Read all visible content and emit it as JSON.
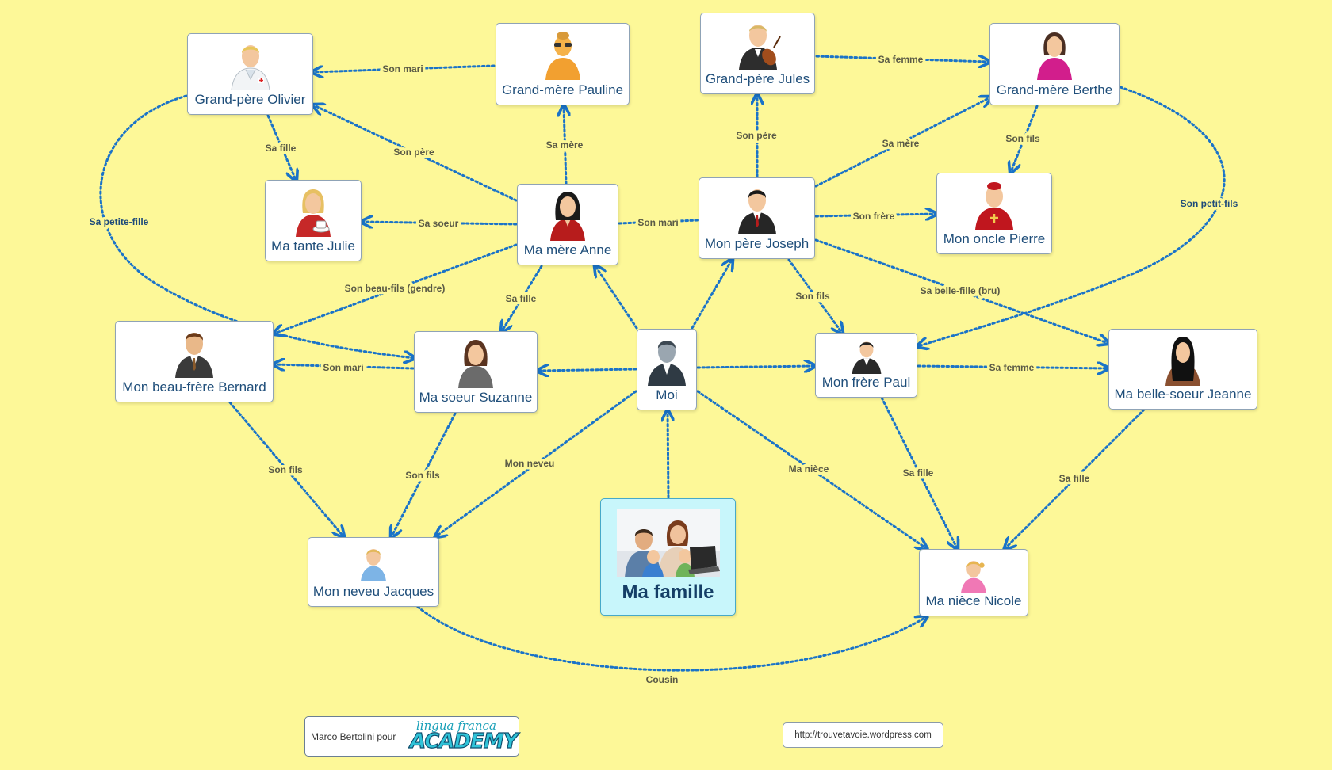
{
  "center": {
    "label": "Ma famille",
    "image": "family-at-computer-photo"
  },
  "people": {
    "olivier": {
      "label": "Grand-père Olivier",
      "icon": "grandfather-doctor-icon"
    },
    "pauline": {
      "label": "Grand-mère Pauline",
      "icon": "grandmother-icon"
    },
    "jules": {
      "label": "Grand-père Jules",
      "icon": "grandfather-violinist-icon"
    },
    "berthe": {
      "label": "Grand-mère Berthe",
      "icon": "grandmother-icon"
    },
    "julie": {
      "label": "Ma tante Julie",
      "icon": "aunt-icon"
    },
    "anne": {
      "label": "Ma mère Anne",
      "icon": "mother-icon"
    },
    "joseph": {
      "label": "Mon père Joseph",
      "icon": "father-icon"
    },
    "pierre": {
      "label": "Mon oncle Pierre",
      "icon": "uncle-cardinal-icon"
    },
    "bernard": {
      "label": "Mon beau-frère Bernard",
      "icon": "brother-in-law-icon"
    },
    "suzanne": {
      "label": "Ma soeur Suzanne",
      "icon": "sister-icon"
    },
    "moi": {
      "label": "Moi",
      "icon": "me-icon"
    },
    "paul": {
      "label": "Mon frère Paul",
      "icon": "brother-icon"
    },
    "jeanne": {
      "label": "Ma belle-soeur Jeanne",
      "icon": "sister-in-law-icon"
    },
    "jacques": {
      "label": "Mon neveu Jacques",
      "icon": "nephew-icon"
    },
    "nicole": {
      "label": "Ma nièce Nicole",
      "icon": "niece-icon"
    }
  },
  "relations": [
    {
      "from": "pauline",
      "to": "olivier",
      "label": "Son mari"
    },
    {
      "from": "jules",
      "to": "berthe",
      "label": "Sa femme"
    },
    {
      "from": "olivier",
      "to": "julie",
      "label": "Sa fille"
    },
    {
      "from": "anne",
      "to": "olivier",
      "label": "Son père"
    },
    {
      "from": "anne",
      "to": "pauline",
      "label": "Sa mère"
    },
    {
      "from": "joseph",
      "to": "jules",
      "label": "Son père"
    },
    {
      "from": "joseph",
      "to": "berthe",
      "label": "Sa mère"
    },
    {
      "from": "berthe",
      "to": "pierre",
      "label": "Son fils"
    },
    {
      "from": "anne",
      "to": "julie",
      "label": "Sa soeur"
    },
    {
      "from": "anne",
      "to": "joseph",
      "label": "Son mari"
    },
    {
      "from": "joseph",
      "to": "pierre",
      "label": "Son frère"
    },
    {
      "from": "olivier",
      "to": "suzanne",
      "label": "Sa petite-fille"
    },
    {
      "from": "berthe",
      "to": "paul",
      "label": "Son petit-fils"
    },
    {
      "from": "anne",
      "to": "bernard",
      "label": "Son beau-fils (gendre)"
    },
    {
      "from": "anne",
      "to": "suzanne",
      "label": "Sa fille"
    },
    {
      "from": "joseph",
      "to": "paul",
      "label": "Son fils"
    },
    {
      "from": "joseph",
      "to": "jeanne",
      "label": "Sa belle-fille (bru)"
    },
    {
      "from": "moi",
      "to": "anne",
      "label": ""
    },
    {
      "from": "moi",
      "to": "joseph",
      "label": ""
    },
    {
      "from": "suzanne",
      "to": "bernard",
      "label": "Son mari"
    },
    {
      "from": "moi",
      "to": "suzanne",
      "label": ""
    },
    {
      "from": "moi",
      "to": "paul",
      "label": ""
    },
    {
      "from": "paul",
      "to": "jeanne",
      "label": "Sa femme"
    },
    {
      "from": "bernard",
      "to": "jacques",
      "label": "Son fils"
    },
    {
      "from": "suzanne",
      "to": "jacques",
      "label": "Son fils"
    },
    {
      "from": "moi",
      "to": "jacques",
      "label": "Mon neveu"
    },
    {
      "from": "moi",
      "to": "nicole",
      "label": "Ma nièce"
    },
    {
      "from": "paul",
      "to": "nicole",
      "label": "Sa fille"
    },
    {
      "from": "jeanne",
      "to": "nicole",
      "label": "Sa fille"
    },
    {
      "from": "center",
      "to": "moi",
      "label": ""
    },
    {
      "from": "jacques",
      "to": "nicole",
      "label": "Cousin"
    }
  ],
  "footer": {
    "credit": "Marco Bertolini pour",
    "logo_script": "lingua franca",
    "logo_main": "ACADEMY",
    "url": "http://trouvetavoie.wordpress.com"
  }
}
